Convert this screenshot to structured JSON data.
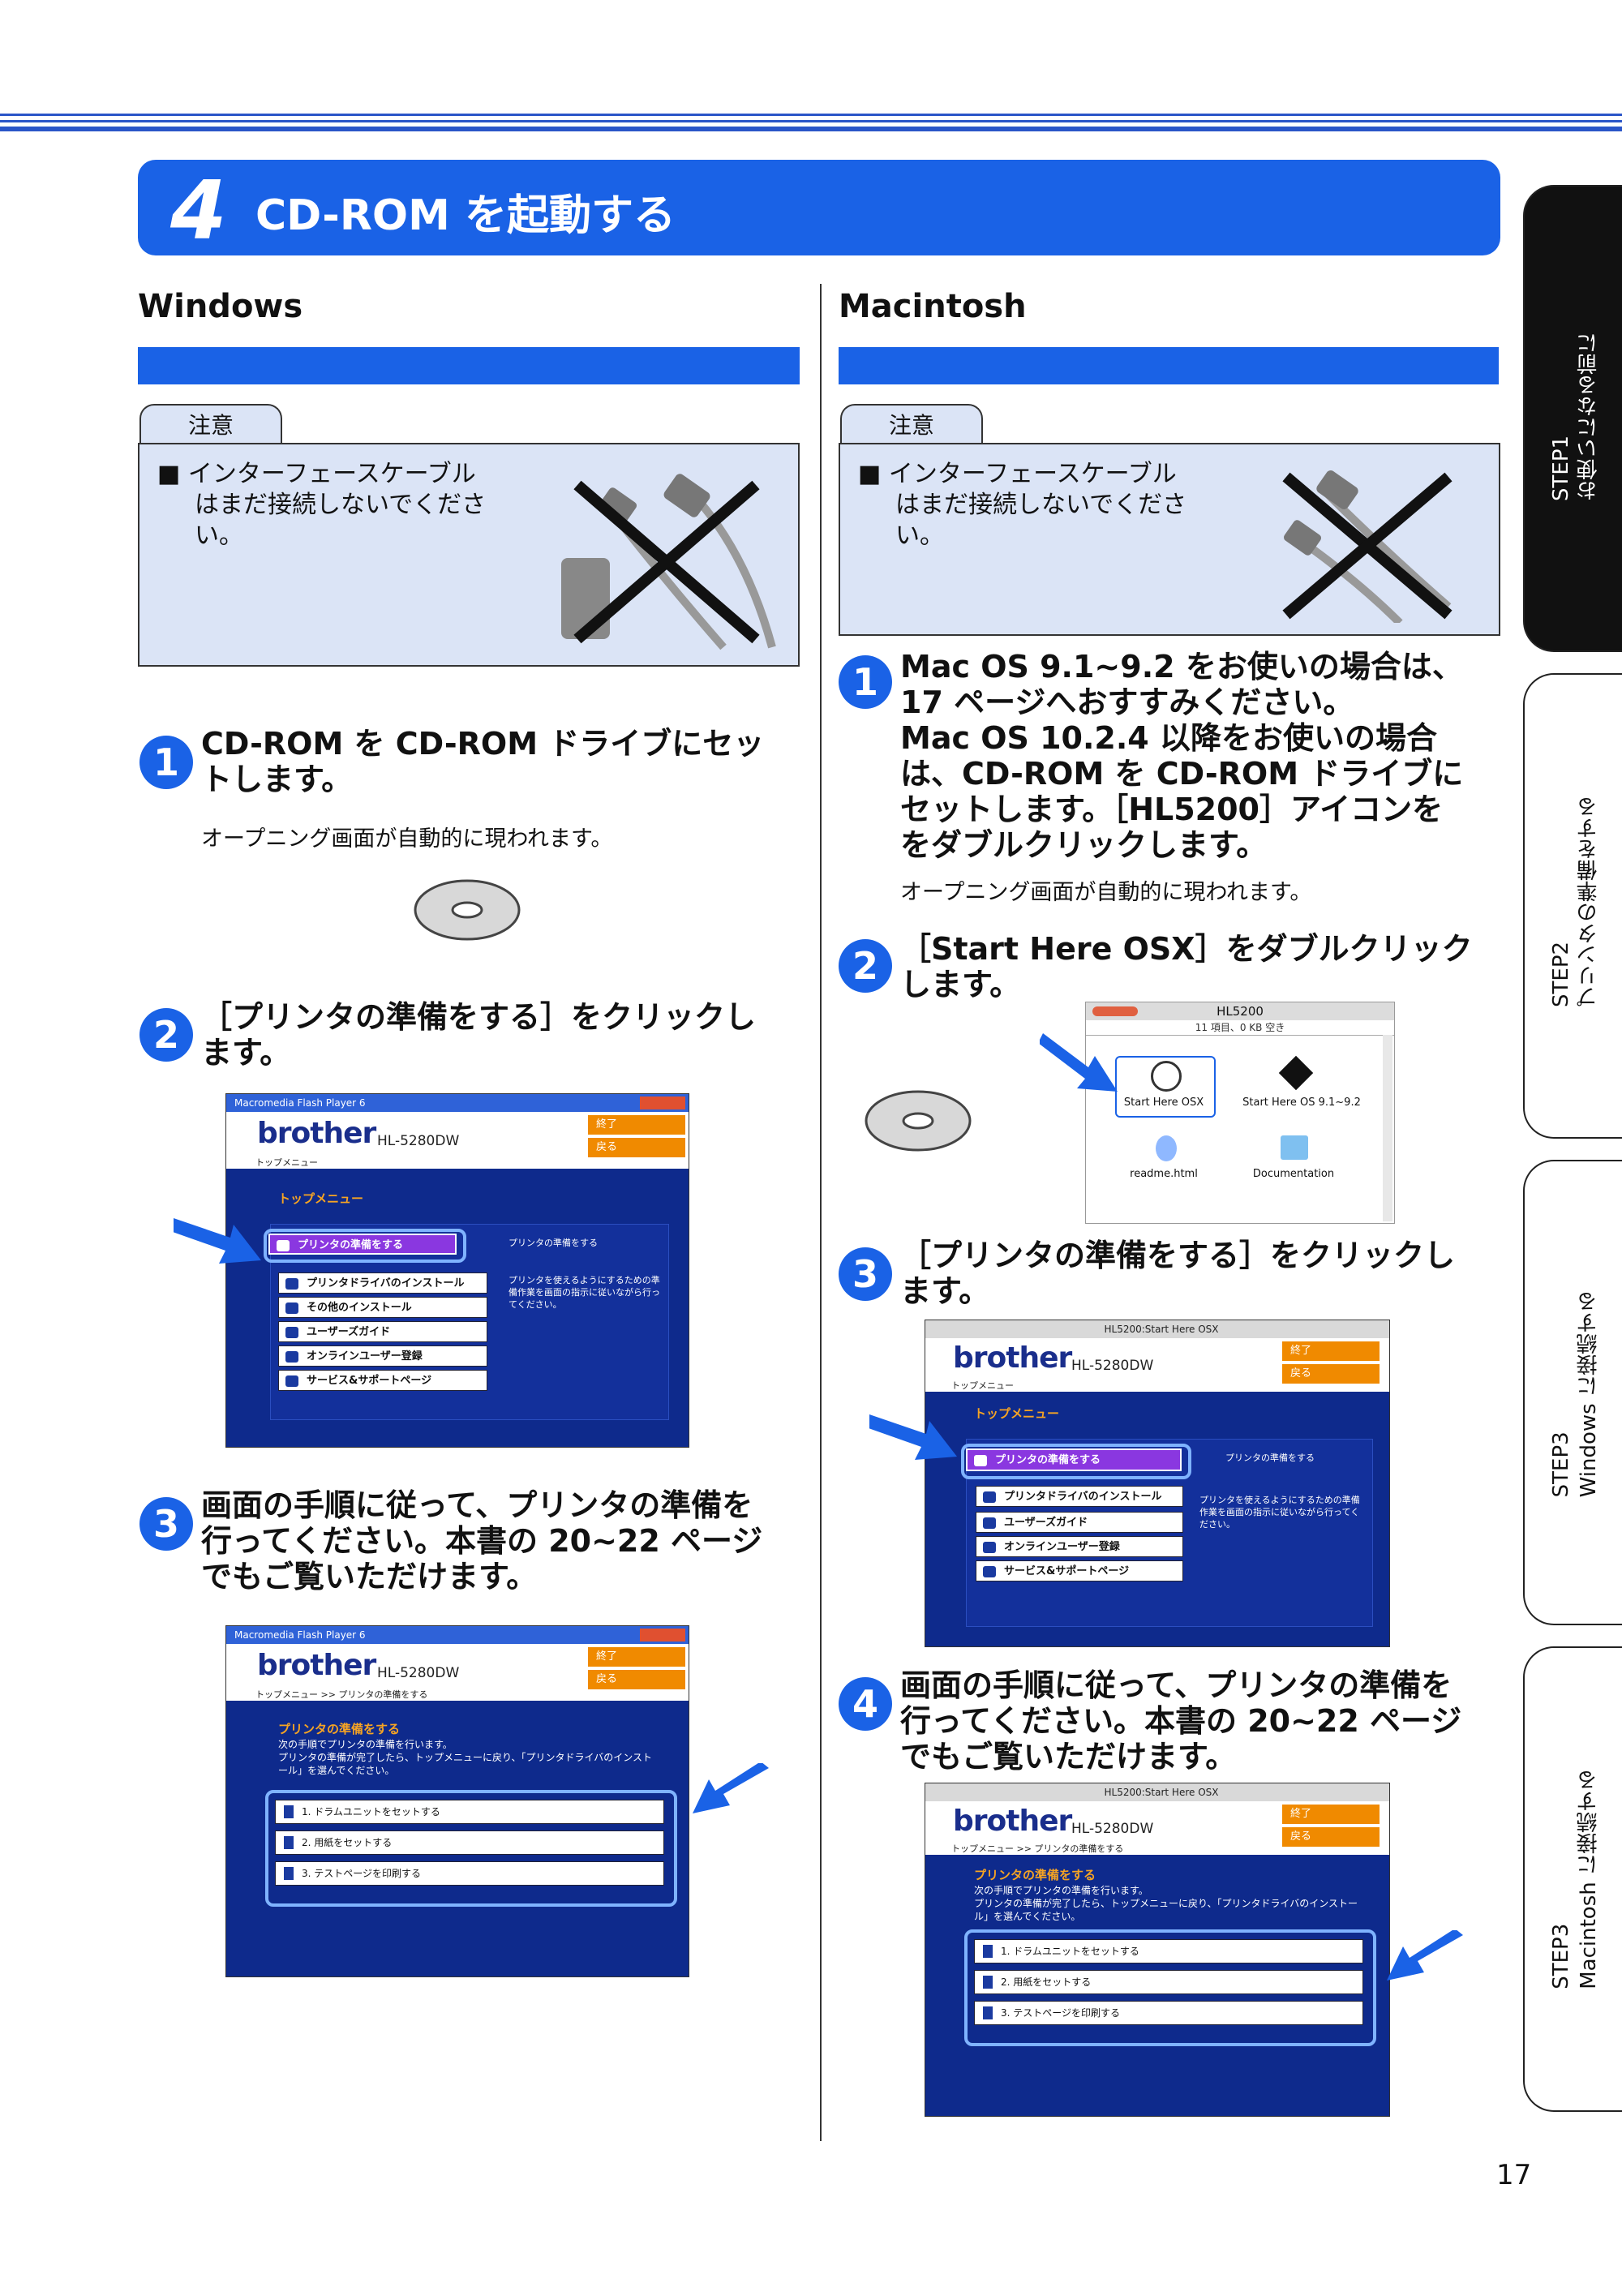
{
  "header": {
    "number": "4",
    "title": "CD-ROM を起動する"
  },
  "columns": {
    "windows": "Windows",
    "mac": "Macintosh"
  },
  "note": {
    "label": "注意",
    "lines": [
      "■ インターフェースケーブル",
      "はまだ接続しないでくださ",
      "い。"
    ]
  },
  "windows": {
    "steps": [
      {
        "num": "1",
        "title": [
          "CD-ROM を CD-ROM ドライブにセッ",
          "トします。"
        ],
        "sub": "オープニング画面が自動的に現われます。"
      },
      {
        "num": "2",
        "title": [
          "［プリンタの準備をする］をクリックし",
          "ます。"
        ]
      },
      {
        "num": "3",
        "title": [
          "画面の手順に従って、プリンタの準備を",
          "行ってください。本書の 20~22 ページ",
          "でもご覧いただけます。"
        ]
      }
    ]
  },
  "mac": {
    "steps": [
      {
        "num": "1",
        "title": [
          "Mac OS 9.1~9.2 をお使いの場合は、",
          "17 ページへおすすみください。",
          "Mac OS 10.2.4 以降をお使いの場合",
          "は、CD-ROM を CD-ROM ドライブに",
          "セットします。［HL5200］アイコンを",
          "をダブルクリックします。"
        ],
        "sub": "オープニング画面が自動的に現われます。"
      },
      {
        "num": "2",
        "title": [
          "［Start Here OSX］をダブルクリック",
          "します。"
        ]
      },
      {
        "num": "3",
        "title": [
          "［プリンタの準備をする］をクリックし",
          "ます。"
        ]
      },
      {
        "num": "4",
        "title": [
          "画面の手順に従って、プリンタの準備を",
          "行ってください。本書の 20~22 ページ",
          "でもご覧いただけます。"
        ]
      }
    ]
  },
  "screens": {
    "win_title": "Macromedia Flash Player 6",
    "mac_title": "HL5200:Start Here OSX",
    "brand": "brother",
    "model": "HL-5280DW",
    "btn_exit": "終了",
    "btn_back": "戻る",
    "crumb_top": "トップメニュー",
    "crumb_prep": "トップメニュー >> プリンタの準備をする",
    "menu_heading": "トップメニュー",
    "prep_heading": "プリンタの準備をする",
    "menu_items_win": [
      "プリンタの準備をする",
      "プリンタドライバのインストール",
      "その他のインストール",
      "ユーザーズガイド",
      "オンラインユーザー登録",
      "サービス&サポートページ"
    ],
    "menu_items_mac": [
      "プリンタの準備をする",
      "プリンタドライバのインストール",
      "ユーザーズガイド",
      "オンラインユーザー登録",
      "サービス&サポートページ"
    ],
    "menu_side": "プリンタの準備をする",
    "menu_desc": "プリンタを使えるようにするための準備作業を画面の指示に従いながら行ってください。",
    "prep_text": [
      "次の手順でプリンタの準備を行います。",
      "プリンタの準備が完了したら、トップメニューに戻り、「プリンタドライバのインストール」を選んでください。"
    ],
    "prep_items": [
      "1. ドラムユニットをセットする",
      "2. 用紙をセットする",
      "3. テストページを印刷する"
    ]
  },
  "finder": {
    "title": "HL5200",
    "status": "11 項目、0 KB 空き",
    "icons": [
      "Start Here OSX",
      "Start Here OS 9.1~9.2",
      "readme.html",
      "Documentation"
    ]
  },
  "tabs": [
    {
      "line1": "STEP1",
      "line2": "お使いになる前に"
    },
    {
      "line1": "STEP2",
      "line2": "プリンタの準備をする"
    },
    {
      "line1": "STEP3",
      "line2": "Windows に接続する"
    },
    {
      "line1": "STEP3",
      "line2": "Macintosh に接続する"
    }
  ],
  "page_number": "17"
}
